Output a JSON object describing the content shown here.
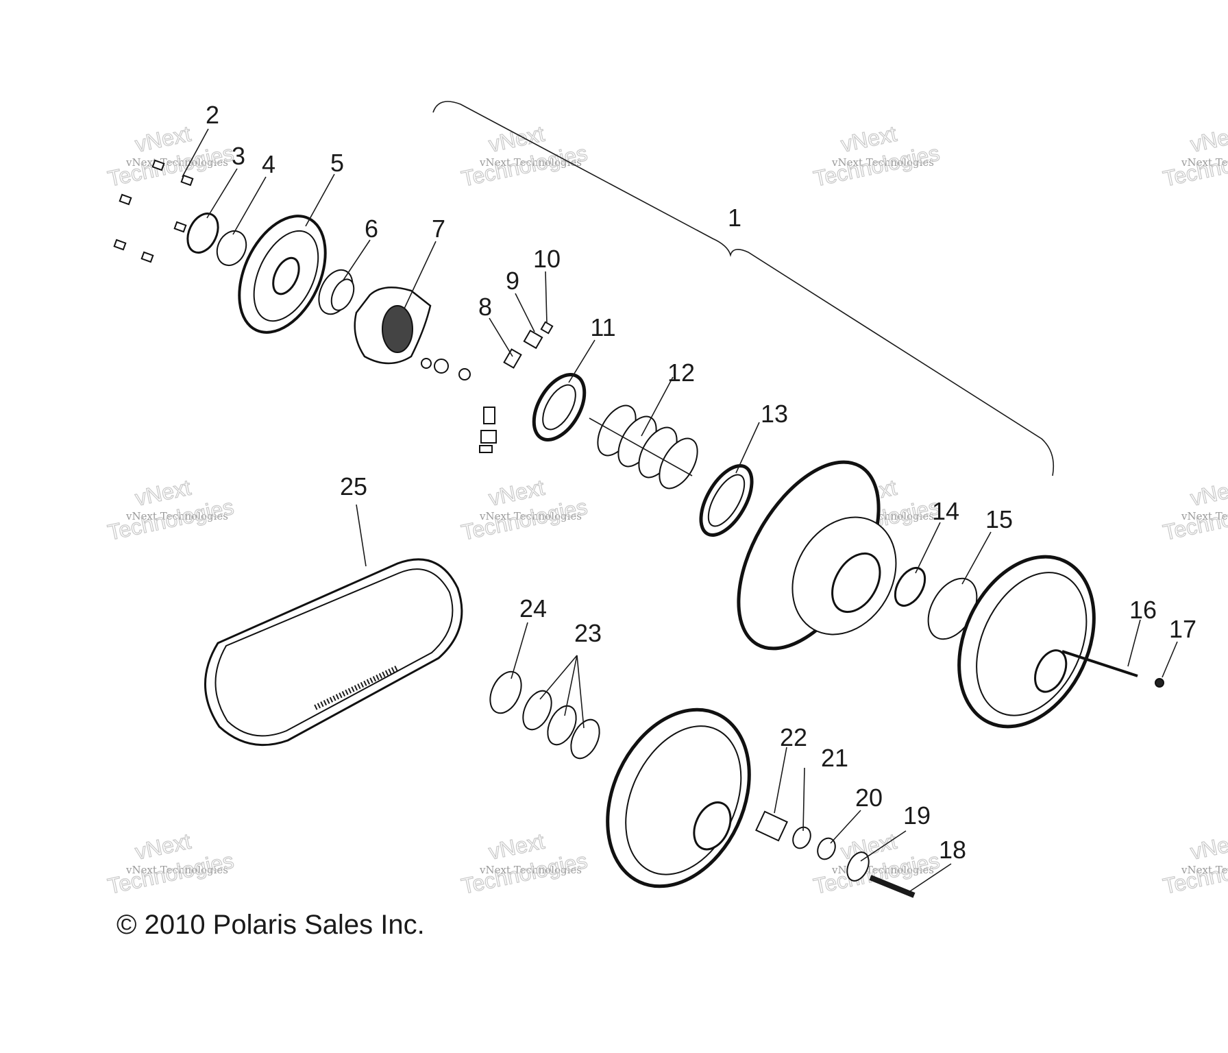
{
  "callouts": [
    "1",
    "2",
    "3",
    "4",
    "5",
    "6",
    "7",
    "8",
    "9",
    "10",
    "11",
    "12",
    "13",
    "14",
    "15",
    "16",
    "17",
    "18",
    "19",
    "20",
    "21",
    "22",
    "23",
    "24",
    "25"
  ],
  "watermark": {
    "line1": "vNext",
    "line2": "vNext Technologies",
    "line3": "Technologies"
  },
  "copyright": "© 2010 Polaris Sales Inc."
}
